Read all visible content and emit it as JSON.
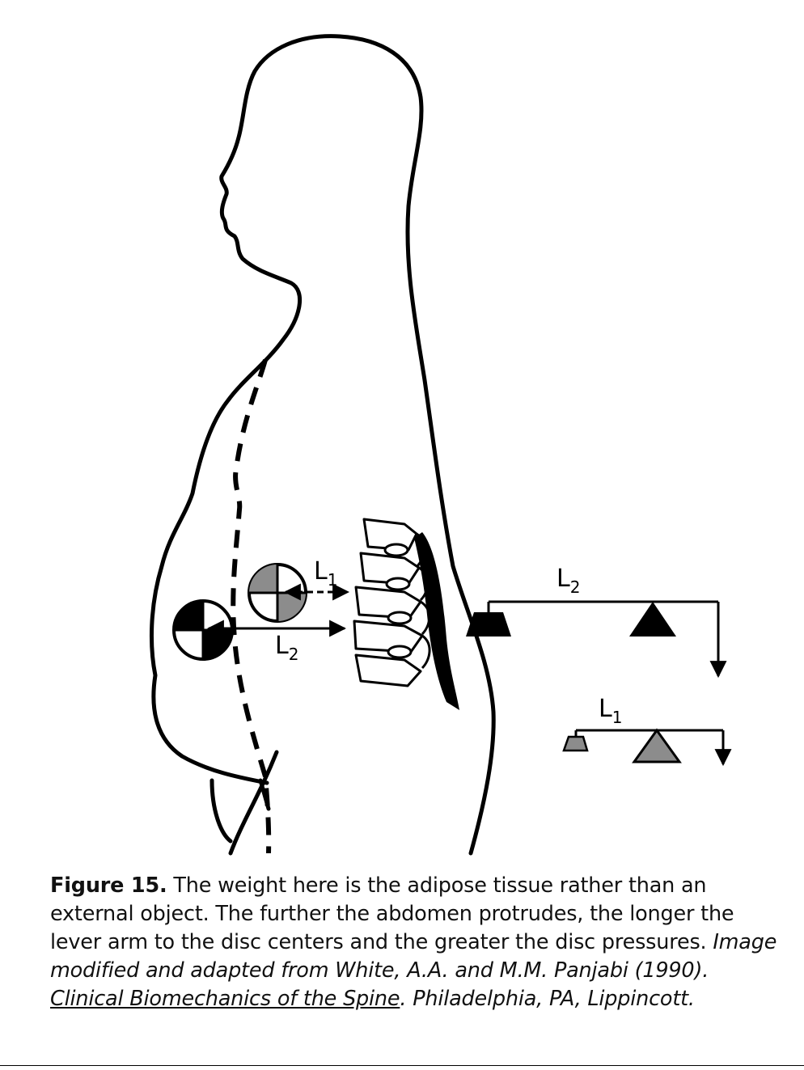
{
  "figure": {
    "labels": {
      "l1_body_main": "L",
      "l1_body_sub": "1",
      "l2_body_main": "L",
      "l2_body_sub": "2",
      "l2_lever_main": "L",
      "l2_lever_sub": "2",
      "l1_lever_main": "L",
      "l1_lever_sub": "1"
    },
    "colors": {
      "ink": "#000000",
      "gray_fill": "#8c8c8c"
    }
  },
  "caption": {
    "figure_number": "Figure 15.",
    "body": " The weight here is the adipose tissue rather than an external object. The further the abdomen protrudes, the longer the lever arm to the disc centers and the greater the disc pressures. ",
    "italic_prefix": "Image modified and adapted from White, A.A. and M.M. Panjabi (1990). ",
    "book_title": "Clinical Biomechanics of the Spine",
    "italic_suffix": ". Philadelphia, PA, Lippincott."
  }
}
